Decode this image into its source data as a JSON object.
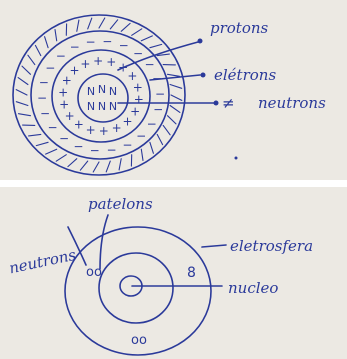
{
  "top_drawing": {
    "labels": {
      "protons": "protons",
      "eletrons": "elétrons",
      "neutrons": "neutrons",
      "neutrons_prefix": "≠"
    },
    "symbols": {
      "neutron": "N",
      "proton": "+",
      "electron": "−"
    }
  },
  "bottom_drawing": {
    "labels": {
      "protons": "patelons",
      "neutrons": "neutrons",
      "eletrosfera": "eletrosfera",
      "nucleo": "nucleo"
    },
    "symbols": {
      "particle_pair": "oo",
      "particle_single": "8"
    }
  }
}
